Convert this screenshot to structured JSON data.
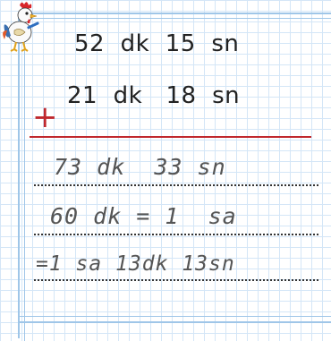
{
  "problem": {
    "line1": "52  dk  15  sn",
    "line2": "21  dk   18  sn",
    "operator": "+"
  },
  "answers": [
    "73 dk  33 sn",
    "60 dk = 1  sa",
    "=1 sa 13dk 13sn"
  ],
  "icons": {
    "mascot": "rooster-mascot-icon"
  },
  "colors": {
    "plus": "#c0282d",
    "grid": "#d4e6f7",
    "frame": "#9fc6e8"
  }
}
